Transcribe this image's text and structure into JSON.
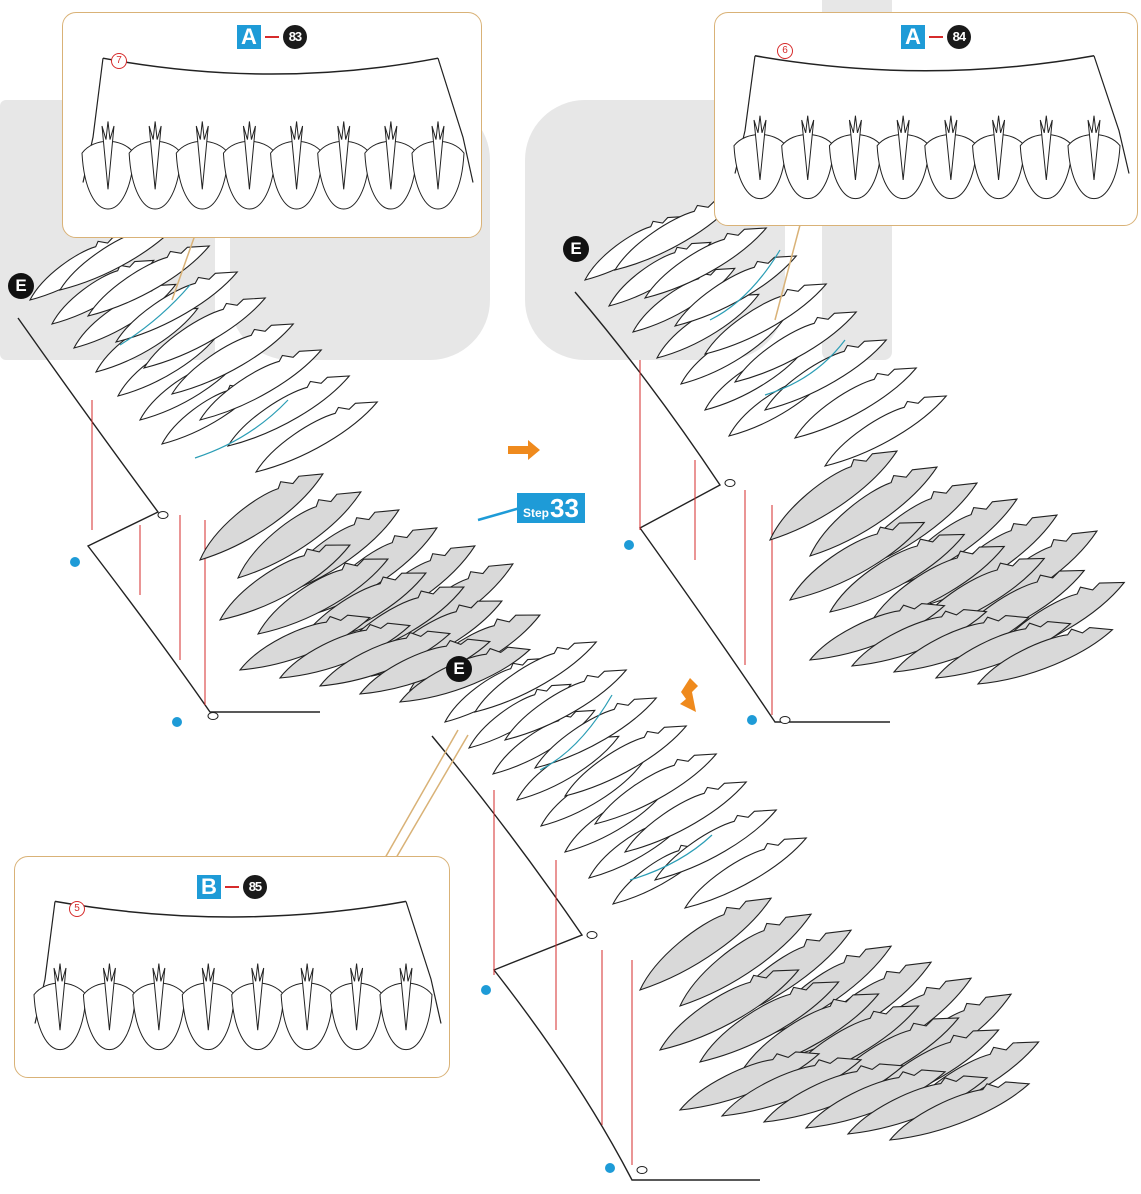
{
  "step": {
    "word": "Step",
    "number": "33"
  },
  "callouts": [
    {
      "sheet": "A",
      "part": "83",
      "count": "7"
    },
    {
      "sheet": "A",
      "part": "84",
      "count": "6"
    },
    {
      "sheet": "B",
      "part": "85",
      "count": "5"
    }
  ],
  "markers": {
    "attach_label": "E"
  },
  "colors": {
    "accent_blue": "#1e9bd7",
    "guide_red": "#d62b2b",
    "arrow_orange": "#ef8a1d",
    "callout_border": "#d9b277",
    "feather_fill": "#d9d9d9",
    "curve_teal": "#2a9db5"
  },
  "icons": [
    "right-arrow-icon",
    "down-arrow-icon",
    "anchor-dot-icon"
  ]
}
